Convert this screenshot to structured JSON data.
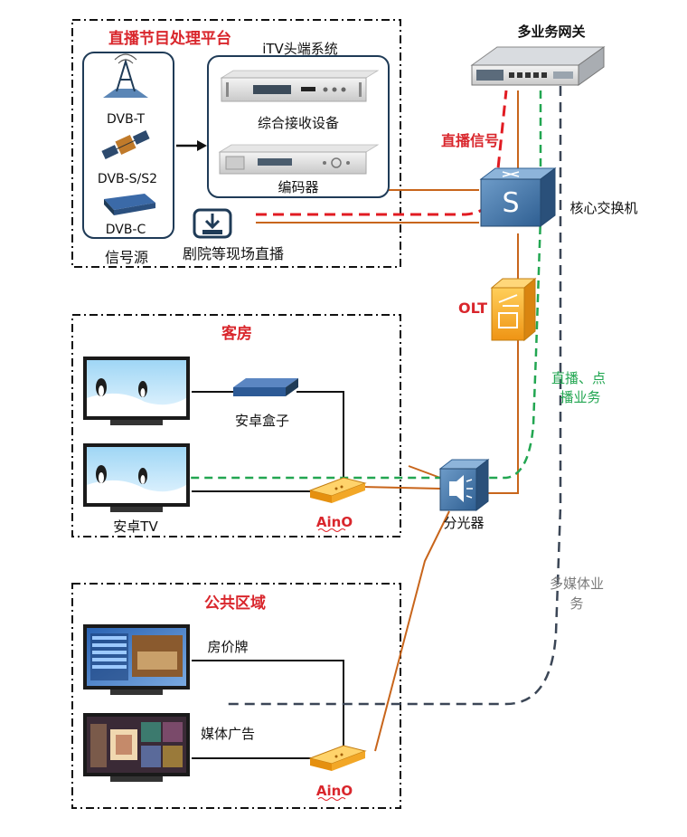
{
  "platform": {
    "title": "直播节目处理平台",
    "headend_title": "iTV头端系统",
    "source_items": [
      "DVB-T",
      "DVB-S/S2",
      "DVB-C"
    ],
    "source_label": "信号源",
    "receiver_label": "综合接收设备",
    "encoder_label": "编码器",
    "theater_label": "剧院等现场直播"
  },
  "network": {
    "gateway_label": "多业务网关",
    "switch_label": "核心交换机",
    "olt_label": "OLT",
    "splitter_label": "分光器",
    "live_signal_label": "直播信号",
    "vod_label_line1": "直播、点",
    "vod_label_line2": "播业务",
    "multimedia_label_line1": "多媒体业",
    "multimedia_label_line2": "务"
  },
  "room": {
    "title": "客房",
    "box_label": "安卓盒子",
    "tv_label": "安卓TV",
    "aino_label": "AinO"
  },
  "public": {
    "title": "公共区域",
    "price_label": "房价牌",
    "ad_label": "媒体广告",
    "aino_label": "AinO"
  },
  "colors": {
    "red": "#d9262c",
    "green": "#22a651",
    "orange_line": "#c8651b",
    "dark_dash": "#3b4656",
    "box_border": "#1f3b57",
    "switch_blue": "#4f7fb0",
    "olt_orange": "#f0a020"
  }
}
